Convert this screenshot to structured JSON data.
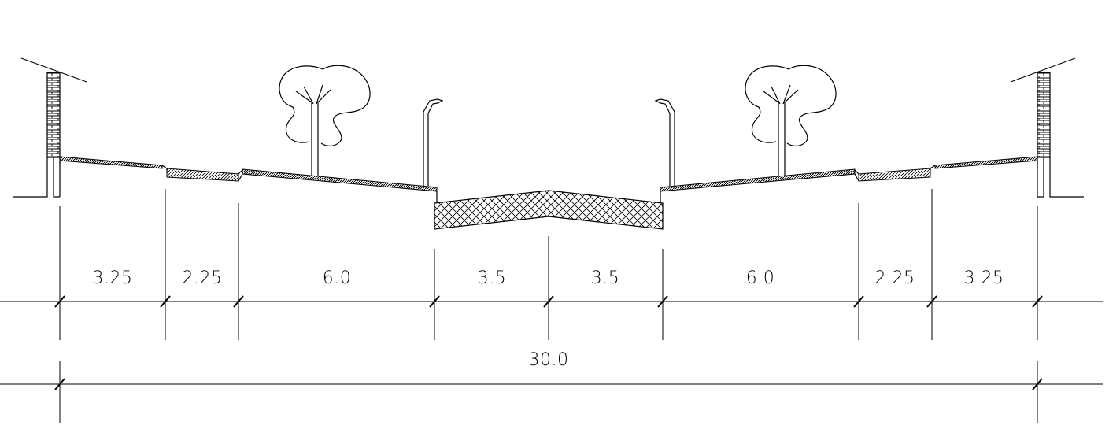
{
  "drawing": {
    "segment_widths": [
      "3.25",
      "2.25",
      "6.0",
      "3.5",
      "3.5",
      "6.0",
      "2.25",
      "3.25"
    ],
    "total_width": "30.0"
  }
}
